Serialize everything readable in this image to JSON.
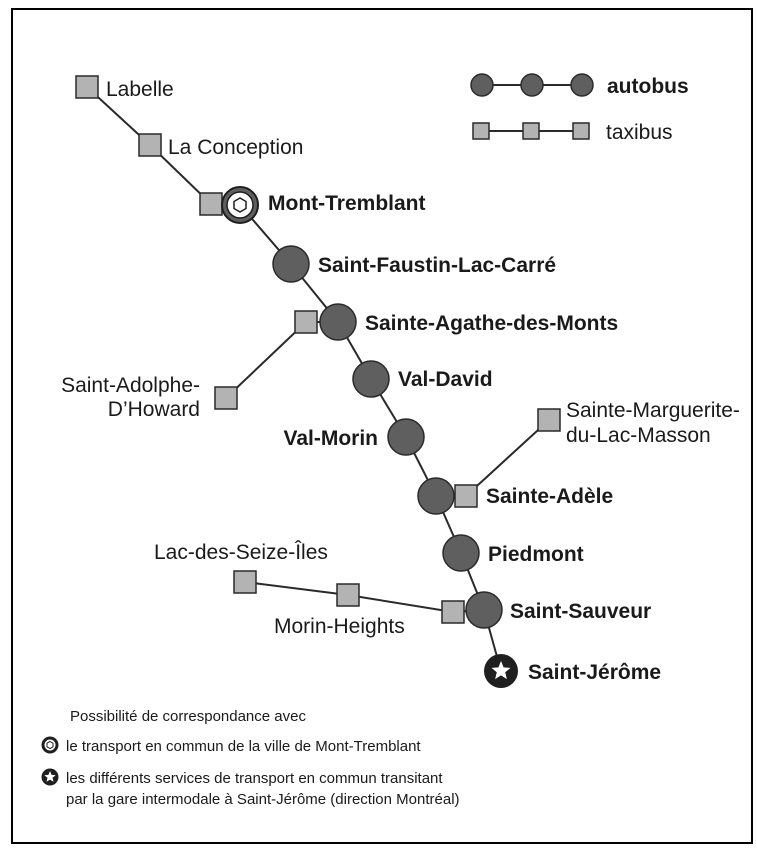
{
  "legend": {
    "bus_label": "autobus",
    "taxi_label": "taxibus"
  },
  "stations": {
    "labelle": "Labelle",
    "la_conception": "La Conception",
    "mont_tremblant": "Mont-Tremblant",
    "saint_faustin": "Saint-Faustin-Lac-Carré",
    "sainte_agathe": "Sainte-Agathe-des-Monts",
    "saint_adolphe_line1": "Saint-Adolphe-",
    "saint_adolphe_line2": "D’Howard",
    "val_david": "Val-David",
    "val_morin": "Val-Morin",
    "sainte_marguerite_line1": "Sainte-Marguerite-",
    "sainte_marguerite_line2": "du-Lac-Masson",
    "sainte_adele": "Sainte-Adèle",
    "piedmont": "Piedmont",
    "lac_des_seize_iles": "Lac-des-Seize-Îles",
    "morin_heights": "Morin-Heights",
    "saint_sauveur": "Saint-Sauveur",
    "saint_jerome": "Saint-Jérôme"
  },
  "notes": {
    "heading": "Possibilité de correspondance avec",
    "hexagon_note": "le transport en commun de la ville de Mont-Tremblant",
    "star_note_line1": "les différents services de transport en commun transitant",
    "star_note_line2": "par la gare intermodale à Saint-Jérôme (direction Montréal)"
  },
  "colors": {
    "bus_stop": "#5f5f5f",
    "taxi_stop": "#b3b3b3",
    "line": "#2a2a2a",
    "terminal": "#1f1f1f",
    "frame": "#000000"
  }
}
